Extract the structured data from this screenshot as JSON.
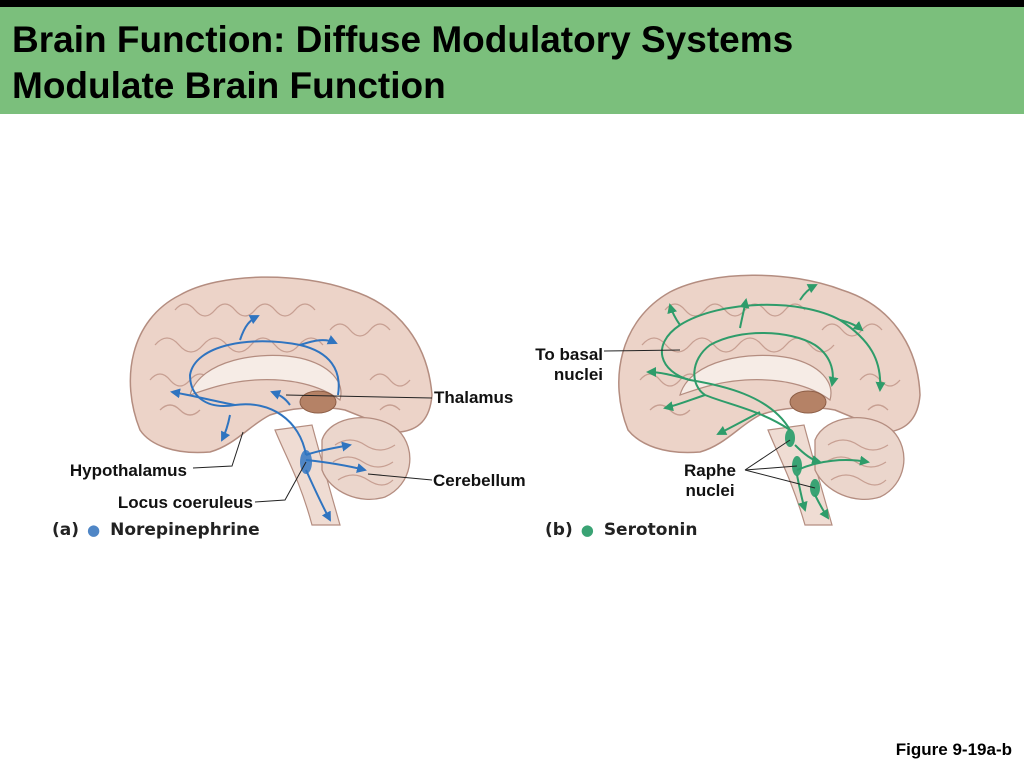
{
  "slide": {
    "title_line1": "Brain Function: Diffuse Modulatory Systems",
    "title_line2": "Modulate Brain Function",
    "figure_ref": "Figure 9-19a-b",
    "header_color": "#7bbf7c"
  },
  "panel_a": {
    "letter": "(a)",
    "system": "Norepinephrine",
    "dot_color": "#4f86c6",
    "labels": {
      "thalamus": "Thalamus",
      "hypothalamus": "Hypothalamus",
      "cerebellum": "Cerebellum",
      "locus_coeruleus": "Locus coeruleus"
    }
  },
  "panel_b": {
    "letter": "(b)",
    "system": "Serotonin",
    "dot_color": "#3aa374",
    "labels": {
      "to_basal_line1": "To basal",
      "to_basal_line2": "nuclei",
      "raphe_line1": "Raphe",
      "raphe_line2": "nuclei"
    }
  }
}
